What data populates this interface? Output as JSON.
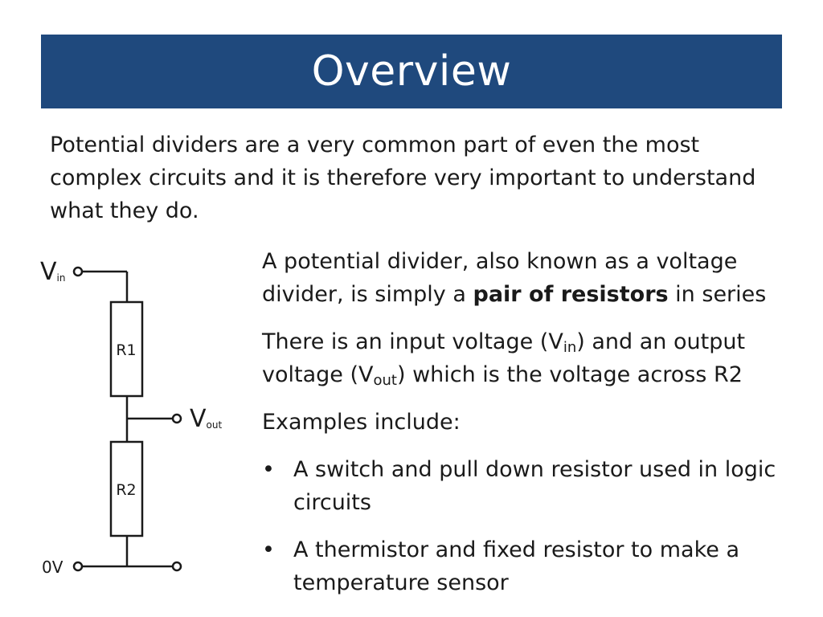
{
  "slide": {
    "title": "Overview",
    "intro": "Potential dividers are a very common part of even the most complex circuits and it is therefore very important to understand what they do.",
    "p1_pre": "A potential divider, also known as a voltage divider, is simply a ",
    "p1_bold": "pair of resistors",
    "p1_post": " in series",
    "p2_a": "There is an input voltage (V",
    "p2_sub1": "in",
    "p2_b": ") and an output voltage (V",
    "p2_sub2": "out",
    "p2_c": ") which is the voltage across R2",
    "examples_heading": "Examples include:",
    "bullet_symbol": "•",
    "examples": [
      "A switch and pull down resistor used in logic circuits",
      "A thermistor and fixed resistor to make a temperature sensor"
    ]
  },
  "circuit": {
    "vin_main": "V",
    "vin_sub": "in",
    "vout_main": "V",
    "vout_sub": "out",
    "ground": "0V",
    "r1": "R1",
    "r2": "R2"
  }
}
